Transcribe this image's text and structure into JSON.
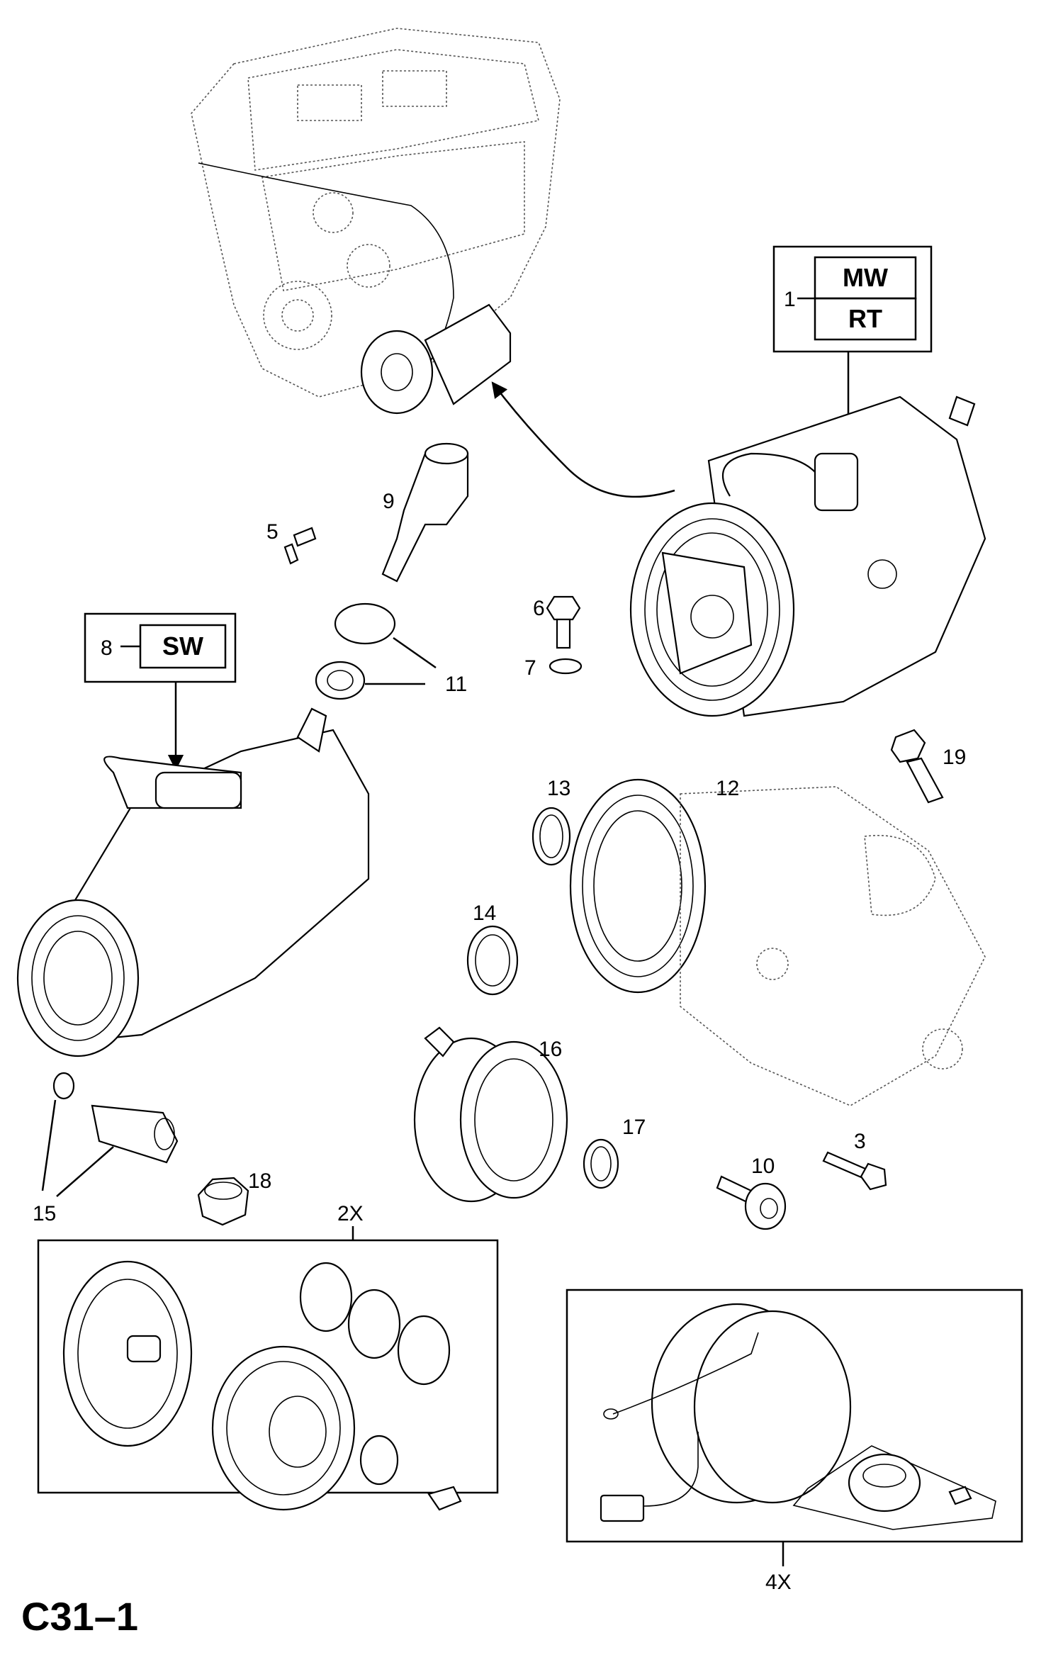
{
  "sheet_code": "C31–1",
  "variant_boxes": {
    "top_right": {
      "callout": "1",
      "codes": [
        "MW",
        "RT"
      ]
    },
    "left": {
      "callout": "8",
      "codes": [
        "SW"
      ]
    }
  },
  "part_labels": {
    "p2x": "2X",
    "p3": "3",
    "p4x": "4X",
    "p5": "5",
    "p6": "6",
    "p7": "7",
    "p9": "9",
    "p10": "10",
    "p11": "11",
    "p12": "12",
    "p13": "13",
    "p14": "14",
    "p15": "15",
    "p16": "16",
    "p17": "17",
    "p18": "18",
    "p19": "19"
  }
}
